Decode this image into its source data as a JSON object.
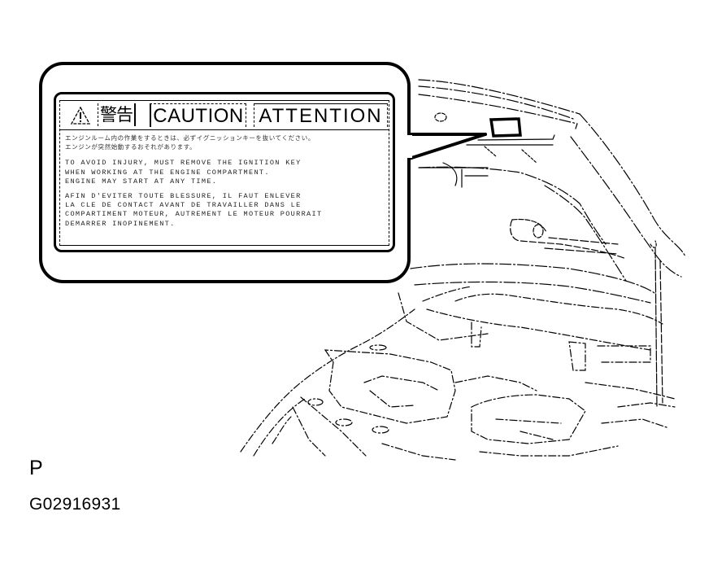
{
  "figure": {
    "type": "service-manual-illustration",
    "subject": "Engine hood underside with caution label location",
    "view_letter": "P",
    "diagram_code": "G02916931"
  },
  "callout": {
    "label": {
      "header": {
        "warning_symbol": "warning-triangle",
        "japanese_title": "警告",
        "english_title": "CAUTION",
        "french_title": "ATTENTION"
      },
      "japanese_text": [
        "エンジンルーム内の作業をするときは、必ずイグニッションキーを抜いてください。",
        "エンジンが突然始動するおそれがあります。"
      ],
      "english_text": [
        "TO AVOID INJURY, MUST REMOVE THE IGNITION KEY",
        "WHEN WORKING AT THE ENGINE COMPARTMENT.",
        "ENGINE MAY START AT ANY TIME."
      ],
      "french_text": [
        "AFIN D'EVITER TOUTE BLESSURE, IL FAUT ENLEVER",
        "LA CLE DE CONTACT AVANT DE TRAVAILLER DANS LE",
        "COMPARTIMENT MOTEUR, AUTREMENT LE MOTEUR POURRAIT",
        "DEMARRER INOPINEMENT."
      ]
    }
  },
  "colors": {
    "line": "#000000",
    "background": "#ffffff"
  }
}
